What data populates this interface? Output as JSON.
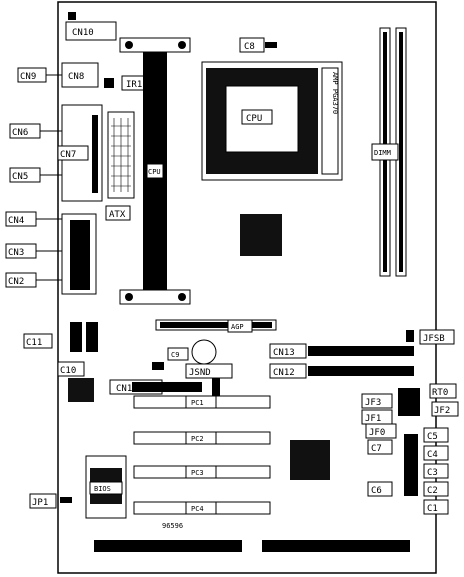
{
  "labels": {
    "cn10": "CN10",
    "cn8": "CN8",
    "cn9": "CN9",
    "ir1": "IR1",
    "c8": "C8",
    "cn6": "CN6",
    "cn7": "CN7",
    "cn5": "CN5",
    "cn4": "CN4",
    "cn3": "CN3",
    "cn2": "CN2",
    "atx": "ATX",
    "cpu_slot": "CPU",
    "cpu": "CPU",
    "amp": "AMP PGA370",
    "dimm": "DIMM",
    "c11": "C11",
    "c10": "C10",
    "agp": "AGP",
    "jfsb": "JFSB",
    "c9": "C9",
    "jsnd": "JSND",
    "cn11": "CN11",
    "cn13": "CN13",
    "cn12": "CN12",
    "pc1": "PC1",
    "pc2": "PC2",
    "pc3": "PC3",
    "pc4": "PC4",
    "jf3": "JF3",
    "jf2": "JF2",
    "jf1": "JF1",
    "jf0": "JF0",
    "rt0": "RT0",
    "c7": "C7",
    "c5": "C5",
    "c4": "C4",
    "c3": "C3",
    "c2": "C2",
    "c1": "C1",
    "c6": "C6",
    "jp1": "JP1",
    "bios": "BIOS",
    "code": "96596"
  }
}
